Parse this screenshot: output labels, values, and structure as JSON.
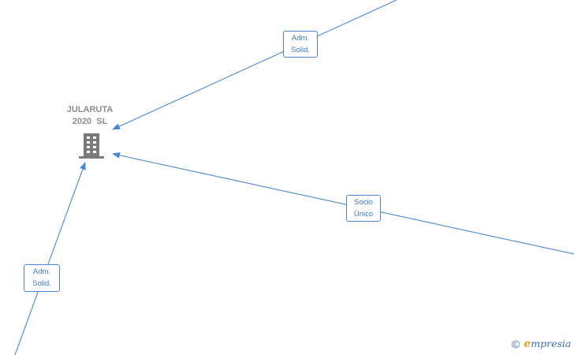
{
  "company": {
    "name_line1": "JULARUTA",
    "name_line2": "2020  SL",
    "icon": "building-icon"
  },
  "relations": [
    {
      "label_line1": "Adm.",
      "label_line2": "Solid."
    },
    {
      "label_line1": "Socio",
      "label_line2": "Único"
    },
    {
      "label_line1": "Adm.",
      "label_line2": "Solid."
    }
  ],
  "footer": {
    "copyright_symbol": "©",
    "brand_initial": "e",
    "brand_rest": "mpresia"
  },
  "colors": {
    "edge": "#4a86d4",
    "label_text": "#3a78c8",
    "company_icon": "#7a7a7a",
    "brand_blue": "#3a6fb5",
    "brand_orange": "#e8a21a"
  }
}
